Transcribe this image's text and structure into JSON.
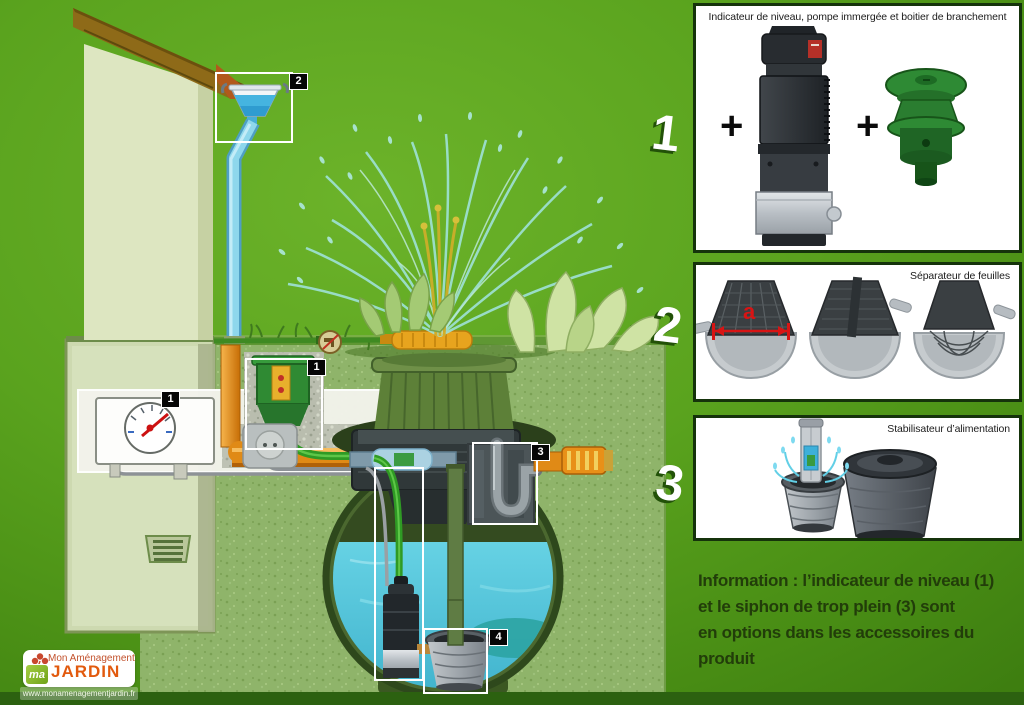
{
  "scene": {
    "callouts": {
      "level_indicator": "1",
      "leaf_separator": "2",
      "connection_box": "1",
      "overflow_siphon": "3",
      "inlet_stabilizer": "4"
    }
  },
  "accessories": [
    {
      "number": "1",
      "title": "Indicateur de niveau, pompe immergée et boitier de branchement",
      "plus": "+"
    },
    {
      "number": "2",
      "title": "Séparateur de feuilles",
      "dimension_label": "a"
    },
    {
      "number": "3",
      "title": "Stabilisateur d’alimentation"
    }
  ],
  "info": {
    "line1": "Information : l’indicateur de niveau (1)",
    "line2": "et le siphon de trop plein (3) sont",
    "line3": "en options dans les accessoires du produit"
  },
  "logo": {
    "brand_top": "Mon Aménagement",
    "brand_main": "JARDIN",
    "monogram": "ma",
    "url": "www.monamenagementjardin.fr"
  },
  "colors": {
    "background_green": "#59a01d",
    "bottom_strip": "#2c6110",
    "panel_border": "#15330b",
    "info_text": "#223d0a",
    "accent_orange": "#e08a16",
    "water_blue": "#4fc4dc",
    "tank_olive": "#4b682f",
    "logo_orange": "#e25a0e"
  }
}
